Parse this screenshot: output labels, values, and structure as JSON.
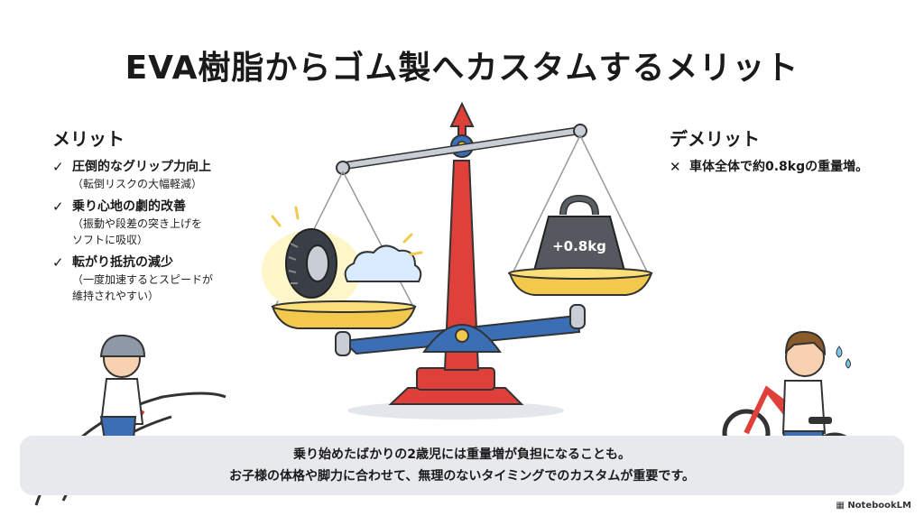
{
  "title": "EVA樹脂からゴム製へカスタムするメリット",
  "merits": {
    "heading": "メリット",
    "check_icon": "check-icon",
    "items": [
      {
        "main": "圧倒的なグリップ力向上",
        "sub1": "（転倒リスクの大幅軽減）",
        "sub2": ""
      },
      {
        "main": "乗り心地の劇的改善",
        "sub1": "（振動や段差の突き上げを",
        "sub2": "ソフトに吸収）"
      },
      {
        "main": "転がり抵抗の減少",
        "sub1": "（一度加速するとスピードが",
        "sub2": "維持されやすい）"
      }
    ]
  },
  "demerits": {
    "heading": "デメリット",
    "cross_icon": "cross-icon",
    "items": [
      {
        "main": "車体全体で約0.8kgの重量増。"
      }
    ]
  },
  "scale": {
    "weight_label": "+0.8kg"
  },
  "note": {
    "line1": "乗り始めたばかりの2歳児には重量増が負担になることも。",
    "line2": "お子様の体格や脚力に合わせて、無理のないタイミングでのカスタムが重要です。"
  },
  "brand": "NotebookLM",
  "colors": {
    "pole_red": "#e0403a",
    "beam_blue": "#3a6fb5",
    "pan_yellow": "#f2c94c",
    "note_bg": "#e8e9ec"
  }
}
